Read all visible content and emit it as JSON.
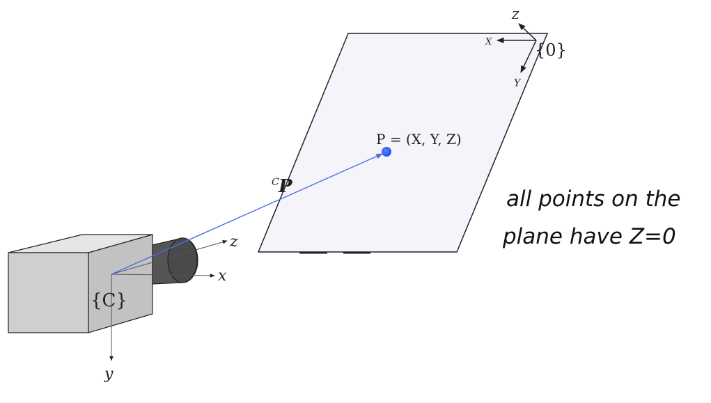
{
  "world_frame": {
    "label": "{0}",
    "axis_z": "Z",
    "axis_x": "X",
    "axis_y": "Y"
  },
  "camera_frame": {
    "label": "{C}",
    "axis_z": "z",
    "axis_x": "x",
    "axis_y": "y"
  },
  "point": {
    "label": "P = (X, Y, Z)"
  },
  "ray": {
    "label_sup": "C",
    "label_main": "P"
  },
  "note": {
    "line1": "all points on the",
    "line2": "plane have Z=0"
  },
  "colors": {
    "ray": "#4a6ee6",
    "point": "#1f4ff0",
    "plane_fill": "#f6f4fb",
    "camera_front": "#cfcfcf",
    "camera_top": "#e6e6e6",
    "camera_side": "#c2c2c2",
    "lens": "#555555"
  }
}
